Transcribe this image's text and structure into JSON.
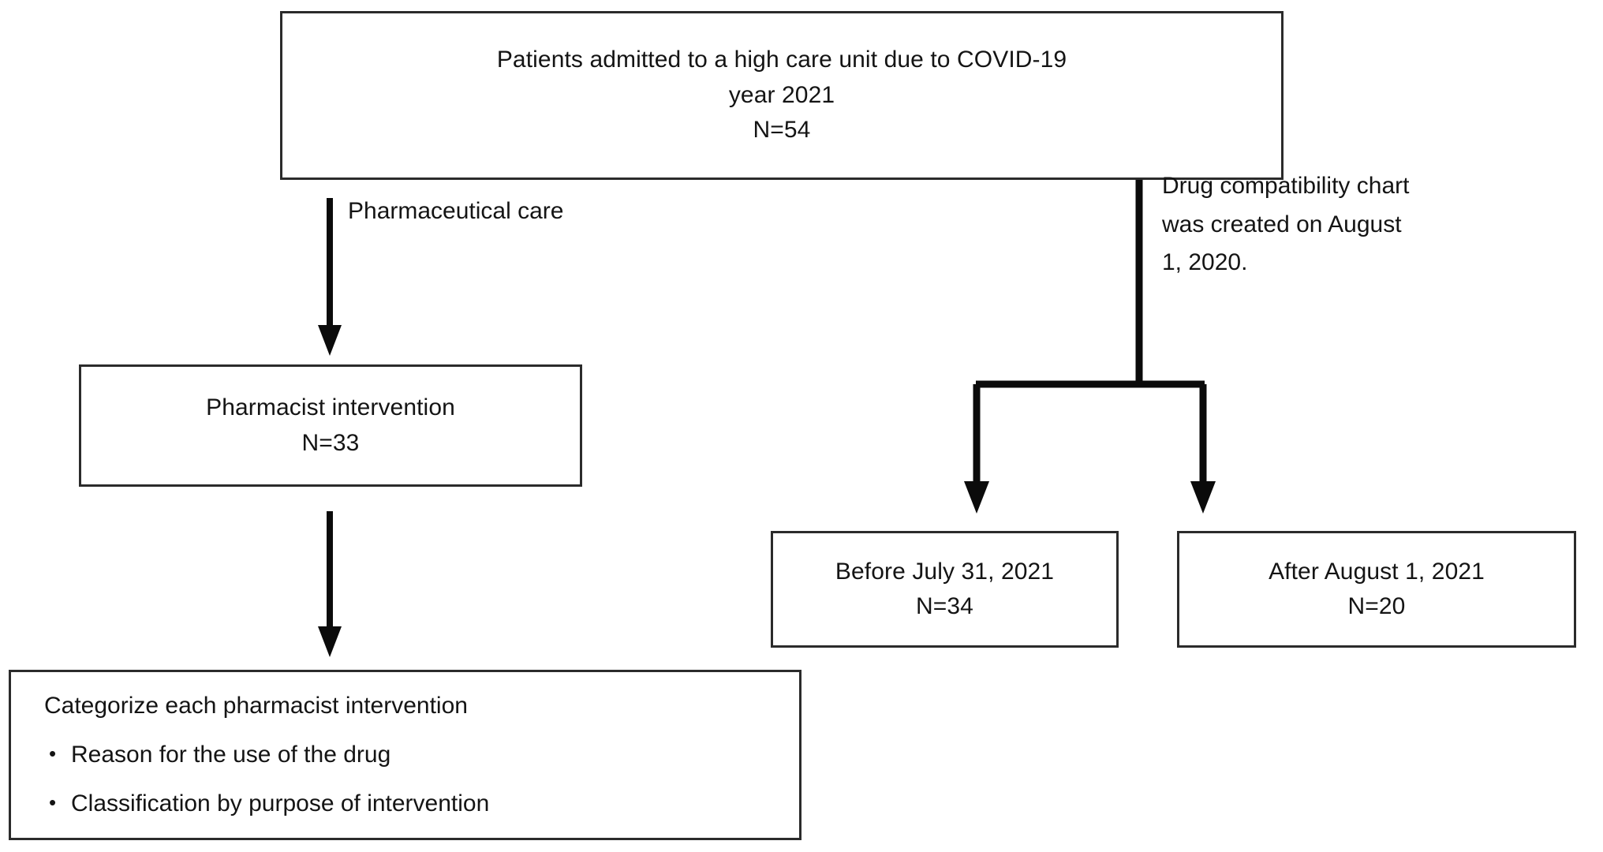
{
  "diagram": {
    "type": "flowchart",
    "title": "Patient flow and drug compatibility chart timeline",
    "boxes": {
      "top": {
        "name": "cohort-box",
        "lines": [
          "Patients admitted to a high care unit due to COVID-19",
          "year 2021",
          "N=54"
        ],
        "n_label": "N=54",
        "n_value": 54
      },
      "pharmacist": {
        "name": "pharmacist-intervention-box",
        "lines": [
          "Pharmacist intervention",
          "N=33"
        ],
        "n_label": "N=33",
        "n_value": 33
      },
      "before": {
        "name": "before-period-box",
        "lines": [
          "Before July 31, 2021",
          "N=34"
        ],
        "n_label": "N=34",
        "n_value": 34
      },
      "after": {
        "name": "after-period-box",
        "lines": [
          "After August 1, 2021",
          "N=20"
        ],
        "n_label": "N=20",
        "n_value": 20
      },
      "categorize": {
        "name": "categorize-box",
        "title": "Categorize each pharmacist intervention",
        "bullet_glyph": "•",
        "bullets": [
          "Reason for the use of the drug",
          "Classification by purpose of intervention"
        ]
      }
    },
    "edge_labels": {
      "pharmaceutical_care": "Pharmaceutical care",
      "drug_compatibility": "Drug compatibility chart was created on August 1, 2020."
    },
    "colors": {
      "border": "#2b2b2b",
      "text": "#141414",
      "connector": "#0b0b0b",
      "background": "#ffffff"
    }
  }
}
